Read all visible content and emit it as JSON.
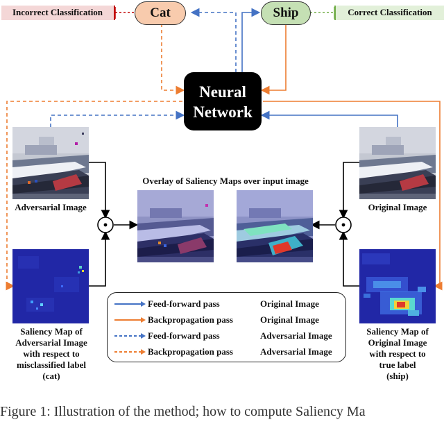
{
  "labels": {
    "incorrect": "Incorrect Classification",
    "correct": "Correct Classification",
    "cat": "Cat",
    "ship": "Ship",
    "nn_line1": "Neural",
    "nn_line2": "Network",
    "overlay_title": "Overlay of Saliency Maps over input image",
    "adversarial_image": "Adversarial Image",
    "original_image": "Original Image",
    "sal_adv": [
      "Saliency Map of",
      "Adversarial Image",
      "with respect to",
      "misclassified label",
      "(cat)"
    ],
    "sal_orig": [
      "Saliency Map of",
      "Original Image",
      "with respect to",
      "true label",
      "(ship)"
    ]
  },
  "legend": [
    {
      "pass": "Feed-forward pass",
      "image": "Original Image",
      "color": "#4472c4",
      "style": "solid"
    },
    {
      "pass": "Backpropagation pass",
      "image": "Original Image",
      "color": "#ed7d31",
      "style": "solid"
    },
    {
      "pass": "Feed-forward pass",
      "image": "Adversarial Image",
      "color": "#4472c4",
      "style": "dashed"
    },
    {
      "pass": "Backpropagation pass",
      "image": "Adversarial Image",
      "color": "#ed7d31",
      "style": "dashed"
    }
  ],
  "caption": "Figure 1: Illustration of the method; how to compute Saliency Ma",
  "colors": {
    "blue": "#4472c4",
    "orange": "#ed7d31",
    "incorrect_bg": "#f4d7d7",
    "incorrect_accent": "#c00000",
    "correct_bg": "#e2f0d9",
    "correct_accent": "#70ad47",
    "cat_fill": "#f8cbad",
    "ship_fill": "#c5e0b4"
  }
}
